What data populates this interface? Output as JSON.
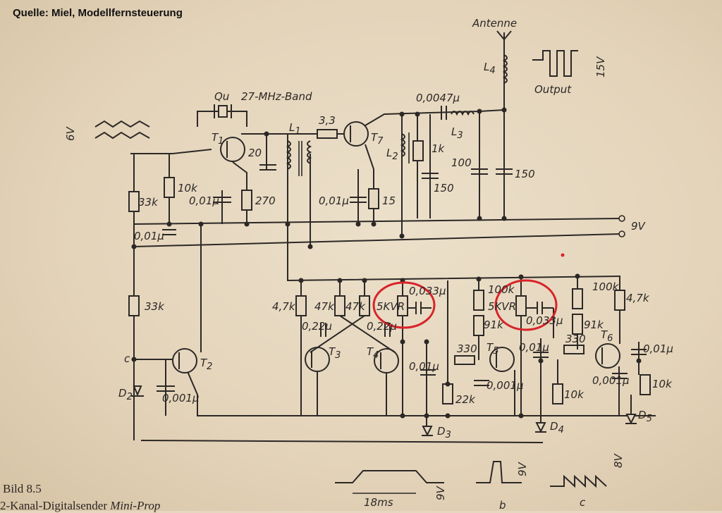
{
  "source_caption": "Quelle: Miel, Modellfernsteuerung",
  "figure_number": "Bild 8.5",
  "figure_caption": {
    "prefix": "2-Kanal-Digitalsender ",
    "italic": "Mini-Prop"
  },
  "labels": {
    "antenne": "Antenne",
    "l4": "L",
    "l4_sub": "4",
    "output": "Output",
    "v15": "15V",
    "qu": "Qu",
    "band": "27-MHz-Band",
    "t1": "T",
    "t1_sub": "1",
    "l1": "L",
    "l1_sub": "1",
    "r33": "3,3",
    "t7": "T",
    "t7_sub": "7",
    "c0047": "0,0047μ",
    "l3": "L",
    "l3_sub": "3",
    "v6": "6V",
    "c20": "20",
    "l2": "L",
    "l2_sub": "2",
    "r1k": "1k",
    "c100": "100",
    "c150a": "150",
    "c150b": "150",
    "r10k": "10k",
    "r33k_top": "33k",
    "c001a": "0,01μ",
    "r270": "270",
    "c001b": "0,01μ",
    "r15": "15",
    "c001c": "0,01μ",
    "plus9v": "9V",
    "r33k_mid": "33k",
    "r47k_1": "4,7k",
    "r47k_2": "47k",
    "r47k_3": "47k",
    "pot5k_1": "5KVR",
    "c0033_1": "0,033μ",
    "r100k_1": "100k",
    "pot5k_2": "5KVR",
    "c0033_2": "0,033μ",
    "r100k_2": "100k",
    "r47k_4": "4,7k",
    "r91k_1": "91k",
    "r91k_2": "91k",
    "c022_1": "0,22μ",
    "c022_2": "0,22μ",
    "t3": "T",
    "t3_sub": "3",
    "t4": "T",
    "t4_sub": "4",
    "r330_1": "330",
    "t5": "T",
    "t5_sub": "5",
    "c001d": "0,01μ",
    "r330_2": "330",
    "t6": "T",
    "t6_sub": "6",
    "c001e": "0,01μ",
    "c001f": "0,01μ",
    "node_c": "c",
    "t2": "T",
    "t2_sub": "2",
    "c0001a": "0,001μ",
    "c0001b": "0,001μ",
    "c0001c": "0,001μ",
    "r22k": "22k",
    "r10k_a": "10k",
    "r10k_b": "10k",
    "d2": "D",
    "d2_sub": "2",
    "d3": "D",
    "d3_sub": "3",
    "d4": "D",
    "d4_sub": "4",
    "d5": "D",
    "d5_sub": "5",
    "ms18": "18ms",
    "v9a": "9V",
    "v9b": "9V",
    "v8": "8V",
    "b": "b",
    "c": "c"
  },
  "highlight_color": "#d8232a",
  "ink_color": "#2c2826"
}
